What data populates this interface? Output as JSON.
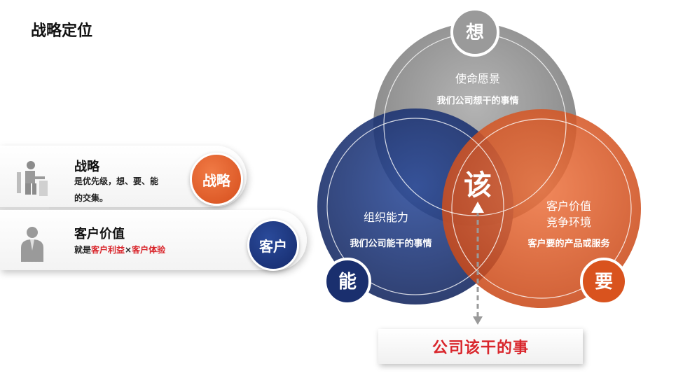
{
  "page": {
    "title": "战略定位"
  },
  "cards": {
    "strategy": {
      "title": "战略",
      "desc_line1": "是优先级，想、要、能",
      "desc_line2": "的交集。",
      "badge": "战略"
    },
    "customer": {
      "title": "客户价值",
      "desc_prefix": "就是",
      "desc_h1": "客户利益",
      "desc_times": "×",
      "desc_h2": "客户体验",
      "badge": "客户"
    }
  },
  "venn": {
    "top": {
      "badge": "想",
      "subtitle": "使命愿景",
      "main": "我们公司想干的事情",
      "color": "#8a8a8a"
    },
    "left": {
      "badge": "能",
      "subtitle": "组织能力",
      "main": "我们公司能干的事情",
      "color": "#1a2f6e"
    },
    "right": {
      "badge": "要",
      "subtitle_line1": "客户价值",
      "subtitle_line2": "竞争环境",
      "main": "客户要的产品或服务",
      "color": "#d9531e"
    },
    "center": {
      "label": "该"
    }
  },
  "result": {
    "label": "公司该干的事"
  },
  "colors": {
    "accent_red": "#d9262c",
    "navy": "#1a2f6e",
    "orange": "#d9531e",
    "gray": "#8a8a8a"
  }
}
